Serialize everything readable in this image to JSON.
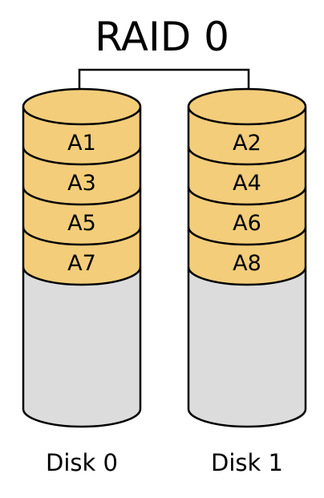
{
  "title": "RAID 0",
  "colors": {
    "data_block": "#f3cd7a",
    "empty_space": "#dcdcdc",
    "outline": "#000000"
  },
  "disks": [
    {
      "label": "Disk 0",
      "blocks": [
        "A1",
        "A3",
        "A5",
        "A7"
      ]
    },
    {
      "label": "Disk 1",
      "blocks": [
        "A2",
        "A4",
        "A6",
        "A8"
      ]
    }
  ]
}
